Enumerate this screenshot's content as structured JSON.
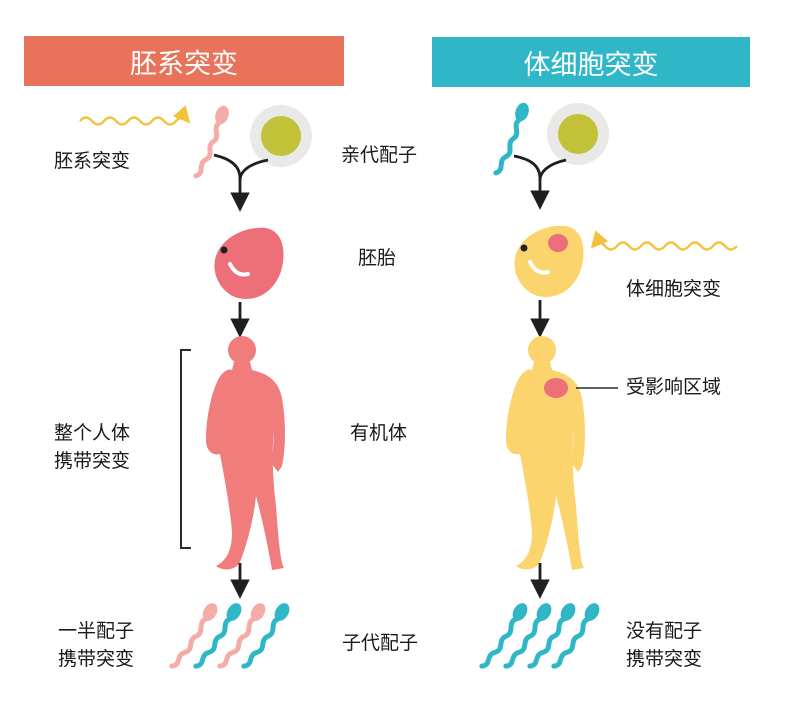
{
  "colors": {
    "germline_header": "#e8735a",
    "somatic_header": "#2fb7c8",
    "pink": "#f07c7c",
    "embryo_pink": "#ec6f7a",
    "yellow": "#fcd46e",
    "teal": "#2fb7c8",
    "egg_outer": "#e9e9e7",
    "egg_inner": "#c2c238",
    "ray": "#f2c23a",
    "arrow": "#1f1f1f",
    "bracket": "#2a2a2a"
  },
  "headers": {
    "germline": "胚系突变",
    "somatic": "体细胞突变"
  },
  "labels": {
    "germline_mutation": "胚系突变",
    "parent_gametes": "亲代配子",
    "embryo": "胚胎",
    "somatic_mutation": "体细胞突变",
    "affected_area": "受影响区域",
    "organism": "有机体",
    "whole_body_line1": "整个人体",
    "whole_body_line2": "携带突变",
    "half_gametes_line1": "一半配子",
    "half_gametes_line2": "携带突变",
    "offspring_gametes": "子代配子",
    "no_gametes_line1": "没有配子",
    "no_gametes_line2": "携带突变"
  },
  "icons": {
    "radiation": "wavy-radiation-arrow-icon",
    "sperm": "sperm-icon",
    "egg": "egg-cell-icon",
    "embryo": "embryo-icon",
    "body": "human-silhouette-icon"
  }
}
